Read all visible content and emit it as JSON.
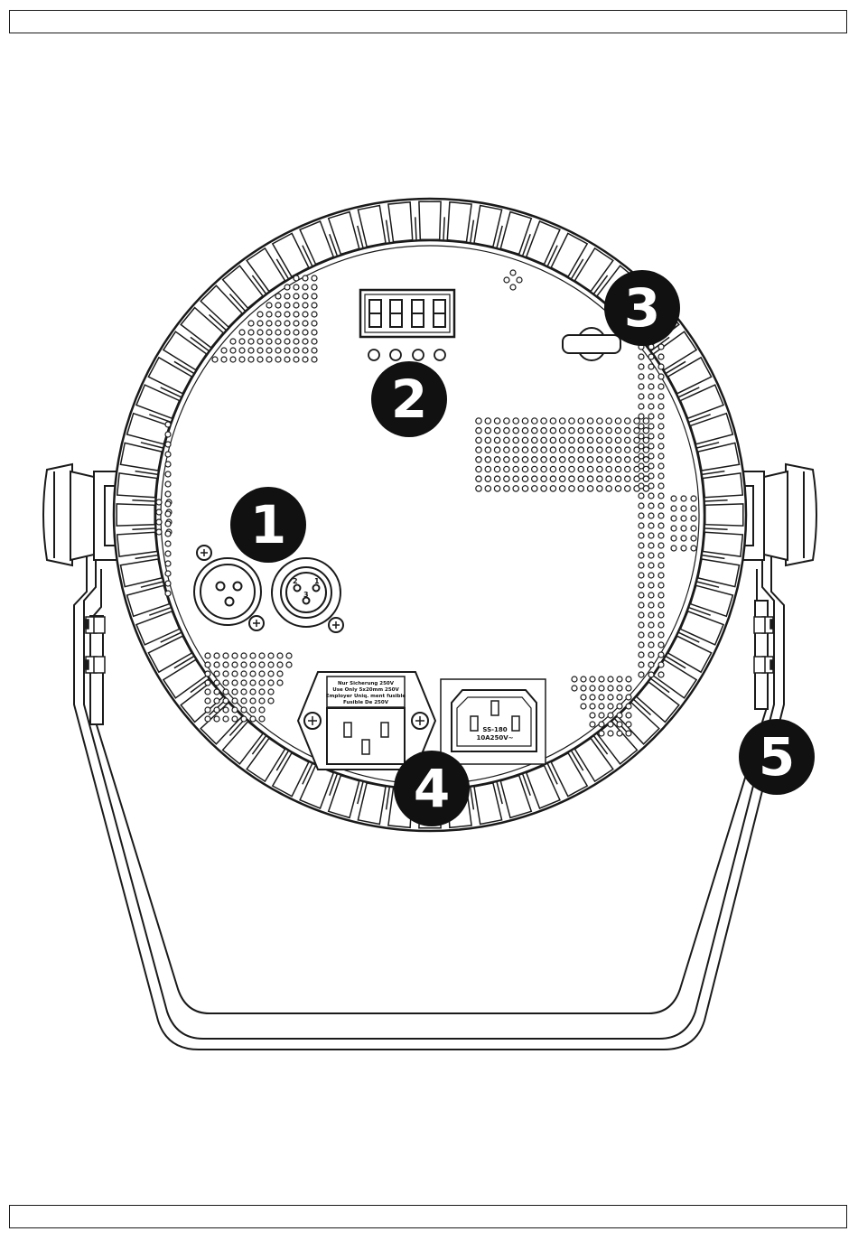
{
  "callouts": [
    {
      "id": "1",
      "label": "1",
      "target": "xlr-connectors"
    },
    {
      "id": "2",
      "label": "2",
      "target": "display-and-buttons"
    },
    {
      "id": "3",
      "label": "3",
      "target": "safety-eyelet"
    },
    {
      "id": "4",
      "label": "4",
      "target": "power-connectors"
    },
    {
      "id": "5",
      "label": "5",
      "target": "mounting-bracket"
    }
  ],
  "fuse_label": {
    "line1": "Nur Sicherung 250V",
    "line2": "Use Only 5x20mm 250V",
    "line3": "Employer Uniq. ment fusible",
    "line4": "Fusible De 250V"
  },
  "power_out_label": {
    "line1": "SS-180",
    "line2": "10A250V~"
  },
  "xlr_pin_labels": {
    "p2": "2",
    "p1": "1",
    "p3": "3"
  },
  "colors": {
    "line": "#1a1a1a",
    "callout_fill": "#111111",
    "background": "#ffffff"
  },
  "icons": {
    "screw": "phillips-screw-icon"
  }
}
